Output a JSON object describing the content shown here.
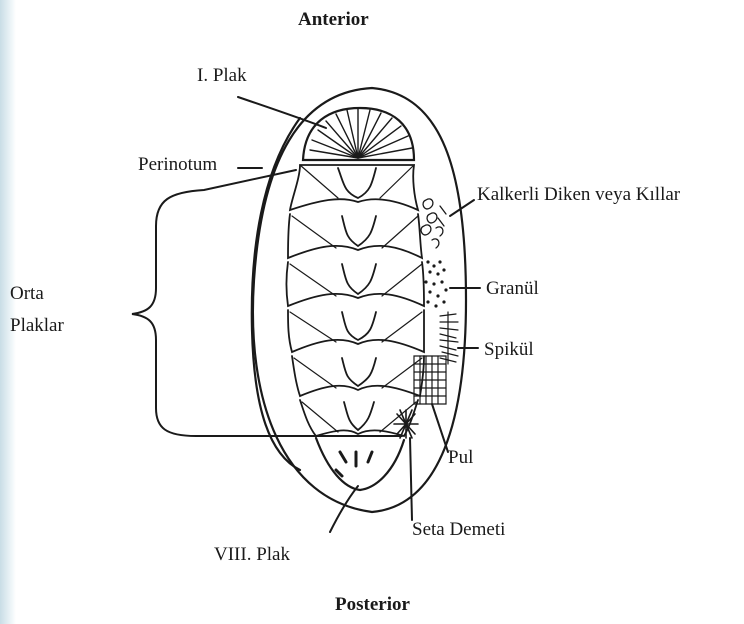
{
  "diagram": {
    "orientation": {
      "top": "Anterior",
      "bottom": "Posterior"
    },
    "labels": {
      "plate_first": "I. Plak",
      "perinotum": "Perinotum",
      "middle_plates_line1": "Orta",
      "middle_plates_line2": "Plaklar",
      "calcareous_spines": "Kalkerli Diken veya Kıllar",
      "granule": "Granül",
      "spicule": "Spikül",
      "scale": "Pul",
      "seta_bundle": "Seta Demeti",
      "plate_eighth": "VIII. Plak"
    },
    "colors": {
      "ink": "#1a1a1a",
      "background": "#ffffff",
      "edge_tint": "#c9dde6"
    }
  }
}
